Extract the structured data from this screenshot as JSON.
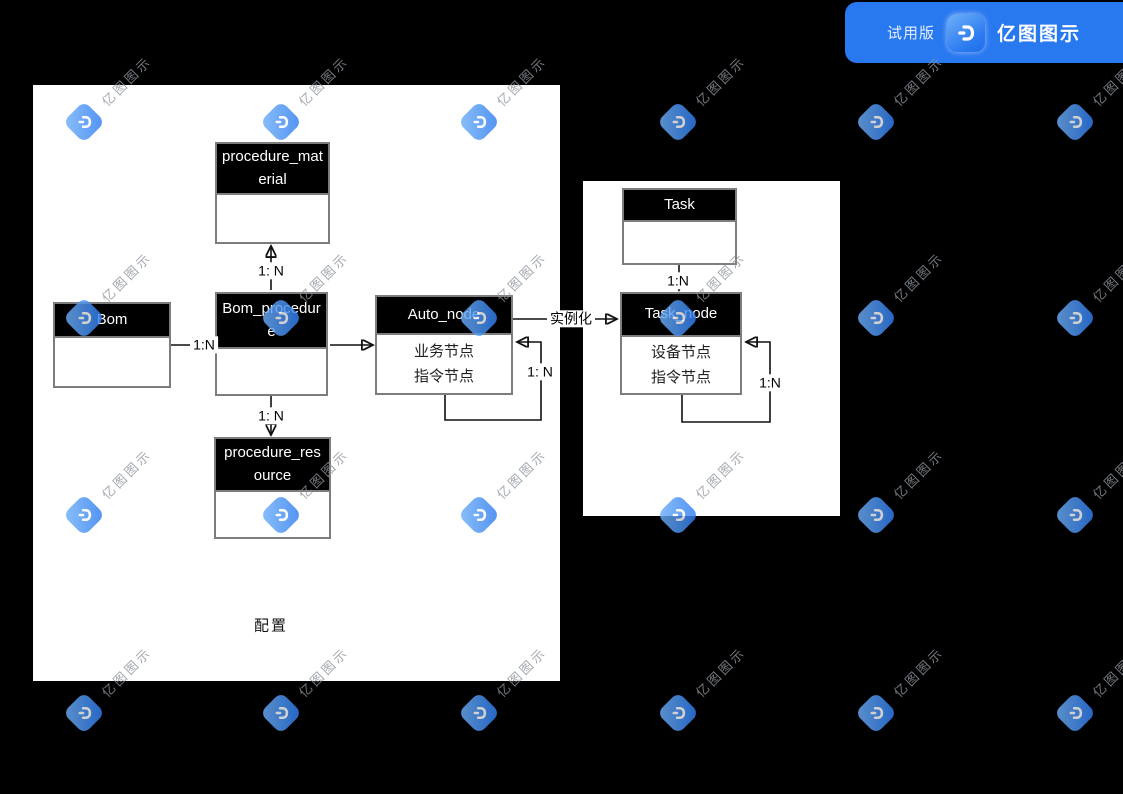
{
  "brand": {
    "trial_label": "试用版",
    "name": "亿图图示"
  },
  "watermark": {
    "text": "亿图图示",
    "icon": "edraw-diamond-logo"
  },
  "colors": {
    "brand_blue": "#2878f0",
    "entity_header": "#000000",
    "entity_border": "#7d7d7d",
    "canvas_bg": "#000000",
    "region_bg": "#ffffff",
    "watermark_blue": "#2b7af0"
  },
  "regions": {
    "config": {
      "label": "配置"
    }
  },
  "entities": {
    "procedure_material": {
      "title": "procedure_material"
    },
    "bom": {
      "title": "Bom"
    },
    "bom_procedure": {
      "title": "Bom_procedure"
    },
    "auto_node": {
      "title": "Auto_node",
      "body_line1": "业务节点",
      "body_line2": "指令节点"
    },
    "procedure_resource": {
      "title": "procedure_resource"
    },
    "task": {
      "title": "Task"
    },
    "task_node": {
      "title": "Task_node",
      "body_line1": "设备节点",
      "body_line2": "指令节点"
    }
  },
  "connections": {
    "bom_to_bom_procedure": {
      "label": "1:N"
    },
    "bom_procedure_to_procedure_material": {
      "label": "1: N"
    },
    "bom_procedure_to_procedure_resource": {
      "label": "1: N"
    },
    "bom_procedure_to_auto_node": {
      "label": ""
    },
    "auto_node_self_loop": {
      "label": "1: N"
    },
    "auto_node_to_task_node": {
      "label": "实例化"
    },
    "task_to_task_node": {
      "label": "1:N"
    },
    "task_node_self_loop": {
      "label": "1:N"
    }
  }
}
